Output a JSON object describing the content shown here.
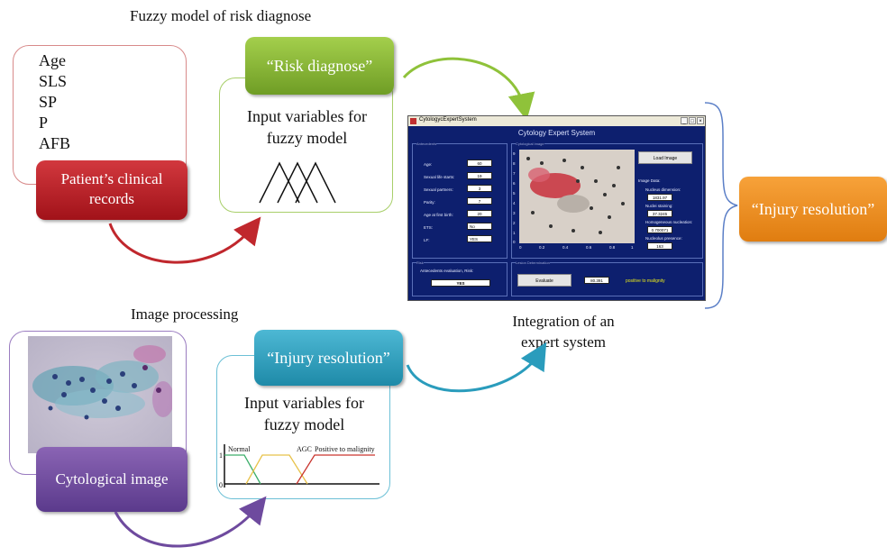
{
  "section_titles": {
    "fuzzy_model": "Fuzzy model of risk diagnose",
    "image_processing": "Image processing",
    "integration_line1": "Integration of an",
    "integration_line2": "expert system"
  },
  "clinical_records": {
    "variables": [
      "Age",
      "SLS",
      "SP",
      "P",
      "AFB"
    ],
    "tag_line1": "Patient’s clinical",
    "tag_line2": "records"
  },
  "risk_card": {
    "tag": "“Risk diagnose”",
    "body_line1": "Input variables for",
    "body_line2": "fuzzy model"
  },
  "cytology_image": {
    "tag": "Cytological image"
  },
  "injury_card": {
    "tag": "“Injury resolution”",
    "body_line1": "Input variables for",
    "body_line2": "fuzzy model",
    "membership_labels": [
      "Normal",
      "AGC",
      "Positive to malignity"
    ],
    "y_ticks": [
      "1",
      "0"
    ]
  },
  "result_tag": "“Injury resolution”",
  "expert_window": {
    "title": "CytologycExpertSystem",
    "heading": "Cytology Expert System",
    "antecedents_label": "Antecedents",
    "cytological_image_label": "Cytological image",
    "fields": [
      {
        "label": "Age:",
        "value": "60"
      },
      {
        "label": "Sexual life starts:",
        "value": "19"
      },
      {
        "label": "Sexual partners:",
        "value": "3"
      },
      {
        "label": "Parity:",
        "value": "7"
      },
      {
        "label": "Age at first birth:",
        "value": "20"
      },
      {
        "label": "ETS:",
        "value": "No"
      },
      {
        "label": "LF:",
        "value": "YES"
      }
    ],
    "load_image": "Load Image",
    "image_data_label": "Image Data:",
    "image_data": [
      {
        "label": "Nucleus dimension:",
        "value": "1831.97"
      },
      {
        "label": "Nuclei staining:",
        "value": "37.3245"
      },
      {
        "label": "Homogeneous nucleation:",
        "value": "0.700071"
      },
      {
        "label": "Nucleolus presence:",
        "value": "163"
      }
    ],
    "x_ticks": [
      "0",
      "0.2",
      "0.4",
      "0.6",
      "0.8",
      "1"
    ],
    "y_ticks": [
      "0",
      "1",
      "2",
      "3",
      "4",
      "5",
      "6",
      "7",
      "8",
      "9"
    ],
    "risk_panel_label": "Risk",
    "antecedents_eval": "Antecedents evaluation, Risk:",
    "risk_value": "YES",
    "lesion_panel_label": "Lesion Determination",
    "evaluate": "Evaluate",
    "percent": "80.391",
    "result_text": "positive to malignity",
    "colors": {
      "background": "#0d1f6e",
      "result": "#e8e81a"
    }
  }
}
